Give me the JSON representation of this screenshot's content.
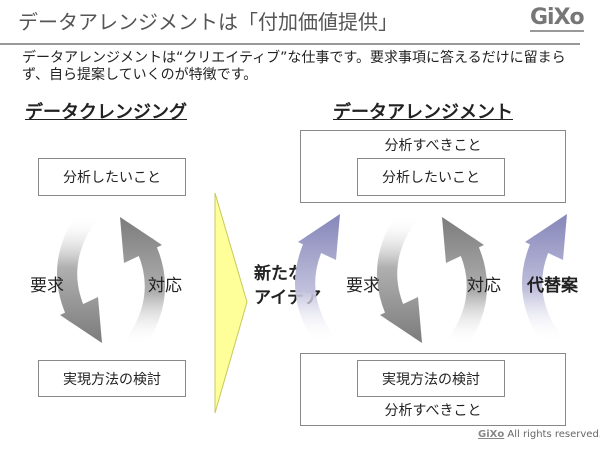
{
  "header": {
    "title": "データアレンジメントは「付加価値提供」",
    "logo": "GiXo"
  },
  "description": "データアレンジメントは“クリエイティブ”な仕事です。要求事項に答えるだけに留まらず、自ら提案していくのが特徴です。",
  "left": {
    "heading": "データクレンジング",
    "top_box": "分析したいこと",
    "bottom_box": "実現方法の検討",
    "request_label": "要求",
    "response_label": "対応"
  },
  "center": {
    "label_line1": "新たな",
    "label_line2": "アイデア"
  },
  "right": {
    "heading": "データアレンジメント",
    "top_outer": "分析すべきこと",
    "top_inner": "分析したいこと",
    "bottom_inner": "実現方法の検討",
    "bottom_outer": "分析すべきこと",
    "request_label": "要求",
    "response_label": "対応",
    "alternative_label": "代替案"
  },
  "footer": {
    "brand": "GiXo",
    "rights": "All rights reserved."
  },
  "colors": {
    "gray_arrow": "#808080",
    "blue_arrow": "#8c8cc0",
    "yellow_triangle": "#ffff99"
  }
}
